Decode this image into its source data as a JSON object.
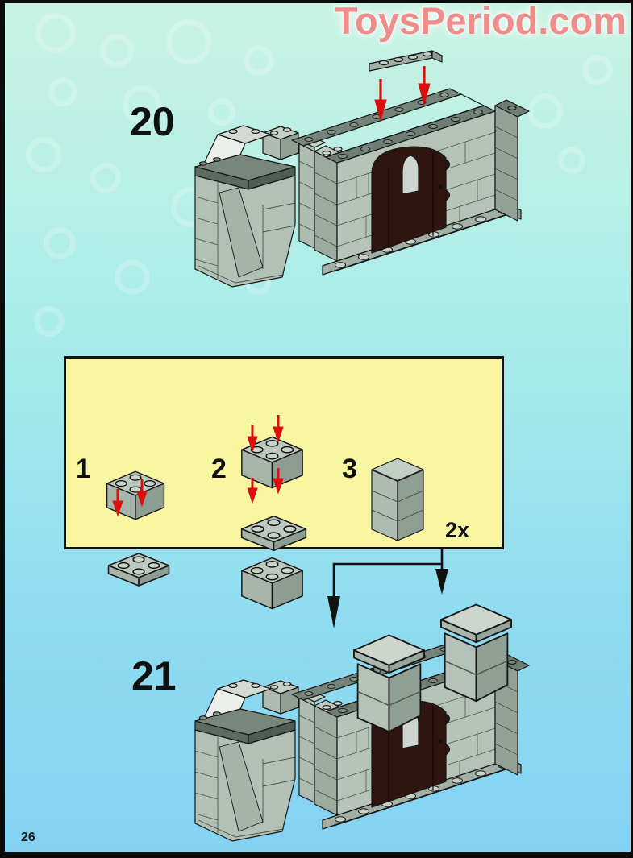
{
  "watermark": {
    "text": "ToysPeriod.com",
    "color": "#ee8d8a"
  },
  "page_number": "26",
  "steps": {
    "step20": {
      "number": "20",
      "description_visual": "lower 1x4 plate onto castle wall top (red arrows)"
    },
    "step21": {
      "number": "21",
      "description_visual": "attach two 2x assemblies as towers (black arrows)"
    }
  },
  "inset": {
    "substeps": [
      {
        "label": "1"
      },
      {
        "label": "2"
      },
      {
        "label": "3"
      }
    ],
    "quantity_label": "2x",
    "background_color": "#f9f6a2"
  },
  "colors": {
    "page_background_top": "#c9f2e3",
    "page_background_middle": "#a3eaeb",
    "page_background_bottom": "#84d2f2",
    "page_border": "#0b0b0b",
    "watermark_text": "#ee8d8a",
    "red_arrow": "#dc0f0f",
    "black_arrow": "#111111",
    "brick_gray_top": "#c4cfc6",
    "brick_gray_front": "#b4c2b8",
    "brick_gray_side": "#90a095",
    "dark_plate_gray": "#6f7e74",
    "door_brown": "#30140f",
    "slope_white": "#edf0ea"
  }
}
